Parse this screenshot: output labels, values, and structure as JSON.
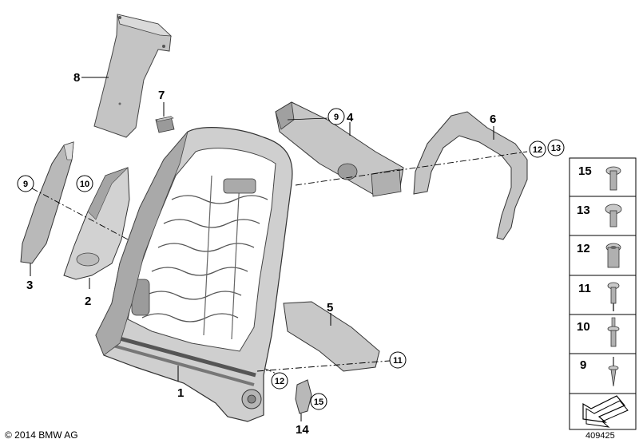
{
  "diagram": {
    "callouts": {
      "p1": "1",
      "p2": "2",
      "p3": "3",
      "p4": "4",
      "p5": "5",
      "p6": "6",
      "p7": "7",
      "p8": "8",
      "p9a": "9",
      "p9b": "9",
      "p10": "10",
      "p11": "11",
      "p12a": "12",
      "p12b": "12",
      "p13": "13",
      "p14": "14",
      "p15": "15"
    },
    "legend": [
      {
        "number": "15",
        "item": "torx-screw"
      },
      {
        "number": "13",
        "item": "flat-head-screw"
      },
      {
        "number": "12",
        "item": "rivet-nut"
      },
      {
        "number": "11",
        "item": "blind-rivet"
      },
      {
        "number": "10",
        "item": "spreading-rivet"
      },
      {
        "number": "9",
        "item": "clip-pin"
      }
    ],
    "icons": [
      "bmw-arrow-icon"
    ]
  },
  "footer": {
    "copyright": "© 2014 BMW AG",
    "diagram_number": "409425"
  },
  "colors": {
    "line": "#000000",
    "part_fill": "#bdbdbd",
    "part_light": "#d8d8d8",
    "part_dark": "#8a8a8a",
    "legend_border": "#000000"
  }
}
